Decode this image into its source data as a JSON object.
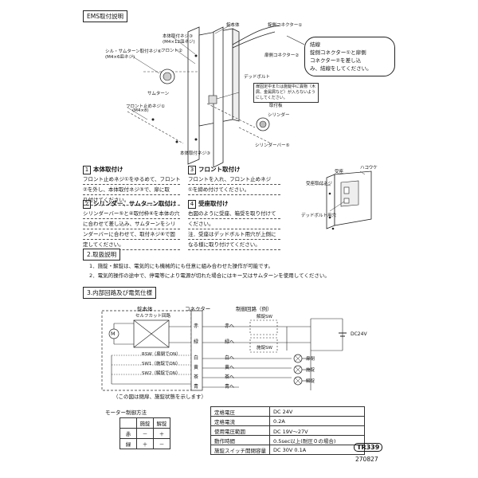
{
  "header": {
    "title": "EMS取付説明"
  },
  "diagram_labels": {
    "honbai_neji": "本体取付ネジ③",
    "honbai_neji_size": "(M4×12皿ネジ)",
    "front": "フロント②",
    "seal_neji": "シル・サムターン取付ネジ⑥",
    "seal_neji_size": "(M4×6皿ネジ)",
    "thumbturn": "サムターン",
    "front_tome_neji": "フロント止めネジ①",
    "front_tome_neji_size": "(M4×8)",
    "honbai_neji_bottom": "本体取付ネジ③",
    "honbai": "錠本体",
    "connector1": "錠側コネクター①",
    "connector2": "扉側コネクター②",
    "deadbolt": "デッドボルト",
    "deadbolt_note": "扉固定中または施錠中に異物（木屑、金属屑など）が入らないようにしてください。",
    "toritsuke_ita": "取付板",
    "cylinder": "シリンダー",
    "cylinder_bar": "シリンダーバー⑤"
  },
  "callout": {
    "title": "結線",
    "line1": "錠側コネクター①と扉側",
    "line2": "コネクター②を差し込",
    "line3": "み、結線をしてください。"
  },
  "steps": {
    "s1": {
      "num": "1",
      "title": "本体取付け",
      "l1": "フロント止めネジ①をゆるめて、フロント",
      "l2": "②を外し、本体取付ネジ③で、扉に取",
      "l3": "り付けてください。"
    },
    "s2": {
      "num": "2",
      "title": "シリンダー、サムターン取付け",
      "l1": "シリンダーバー⑤と④取付枠⑥を本体の穴",
      "l2": "に合わせて差し込み、サムターンをシリ",
      "l3": "ンダーバーに合わせて、取付ネジ⑥で固",
      "l4": "定してください。"
    },
    "s3": {
      "num": "3",
      "title": "フロント取付け",
      "l1": "フロントを入れ、フロント止めネジ",
      "l2": "①を締め付けてください。"
    },
    "s4": {
      "num": "4",
      "title": "受座取付け",
      "l1": "右図のように受座、箱受を取り付けて",
      "l2": "ください。",
      "l3": "注．受座はデッドボルト用穴が上側に",
      "l4": "なる様に取り付けてください。"
    }
  },
  "strike_labels": {
    "hakoukuke": "ハコウケ",
    "uketsuke": "受座",
    "uketsuke_neji": "受座取付ネジ",
    "deadbolt_ana": "デッドボルト用穴"
  },
  "section2": {
    "title": "2.取扱説明",
    "l1": "1．施錠・解錠は、電気的にも機械的にも任意に組み合わせた操作が可能です。",
    "l2": "2．電気的操作の途中で、停電等により電源が切れた場合にはキー又はサムターンを使用してください。"
  },
  "section3": {
    "title": "3.内部回路及び電気仕様",
    "lock_body": "錠本体",
    "connector": "コネクター",
    "control": "制御回路（例）",
    "selfcut": "セルフカット回路",
    "rsw": "RSW（扉閉でON）",
    "sw1": "SW1（施錠でON）",
    "sw2": "SW2（解錠でON）",
    "note": "（この図は閉扉、施錠状態を示します）",
    "motor_symbol": "M",
    "wire_colors": [
      "赤",
      "緑",
      "白",
      "黄",
      "茶",
      "青"
    ],
    "wires_right": [
      "赤へ",
      "緑へ",
      "白へ",
      "黄へ",
      "茶へ",
      "青へ"
    ],
    "kaijo_sw": "解錠SW",
    "sejo_sw": "施錠SW",
    "dc": "DC24V",
    "lamps": [
      "扉閉",
      "施錠",
      "解錠"
    ]
  },
  "motor_table": {
    "title": "モーター制御方法",
    "headers": [
      "",
      "施錠",
      "解錠"
    ],
    "rows": [
      [
        "赤",
        "－",
        "＋"
      ],
      [
        "緑",
        "＋",
        "－"
      ]
    ]
  },
  "spec_table": [
    [
      "定格電圧",
      "DC 24V"
    ],
    [
      "定格電流",
      "0.2A"
    ],
    [
      "使用電圧範囲",
      "DC 19V～27V"
    ],
    [
      "動作時間",
      "0.5sec以上(耐圧０の場合)"
    ],
    [
      "施錠スイッチ開閉容量",
      "DC 30V 0.1A"
    ]
  ],
  "footer": {
    "model": "TR339",
    "code": "270827"
  }
}
